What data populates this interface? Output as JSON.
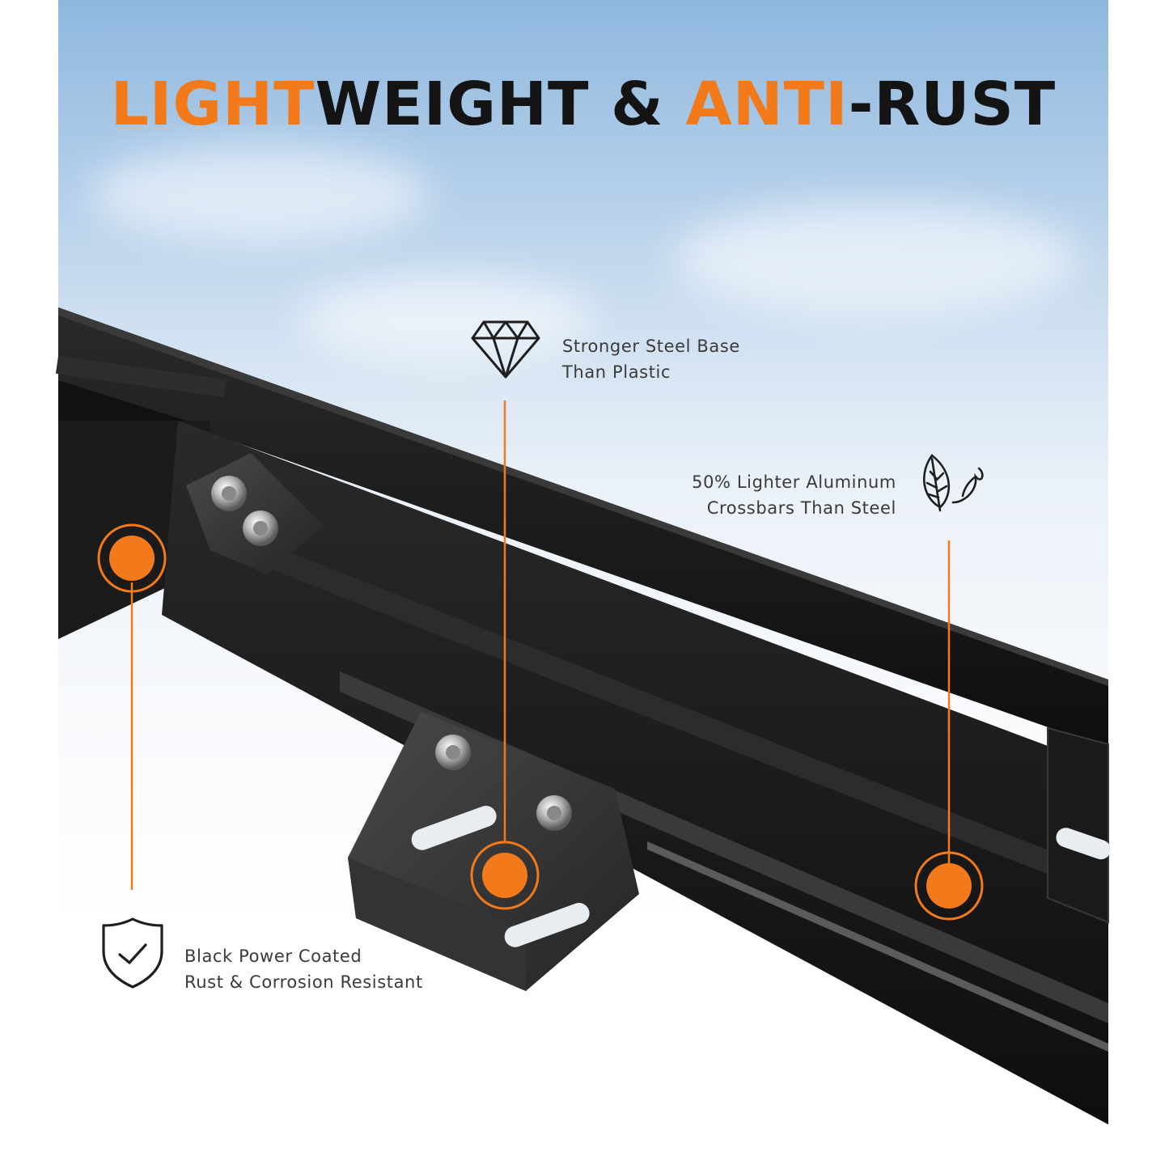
{
  "title": {
    "part1_accent": "LIGHT",
    "part1_rest": "WEIGHT & ",
    "part2_accent": "ANTI",
    "part2_rest": "-RUST"
  },
  "callouts": {
    "steel_base": {
      "line1": "Stronger Steel Base",
      "line2": "Than Plastic",
      "icon": "diamond-icon"
    },
    "aluminum": {
      "line1": "50% Lighter Aluminum",
      "line2": "Crossbars Than Steel",
      "icon": "feather-icon"
    },
    "coating": {
      "line1": "Black Power Coated",
      "line2": "Rust & Corrosion Resistant",
      "icon": "shield-check-icon"
    }
  },
  "colors": {
    "accent": "#f27a1a",
    "metal": "#151515",
    "text": "#3a3a3a"
  }
}
